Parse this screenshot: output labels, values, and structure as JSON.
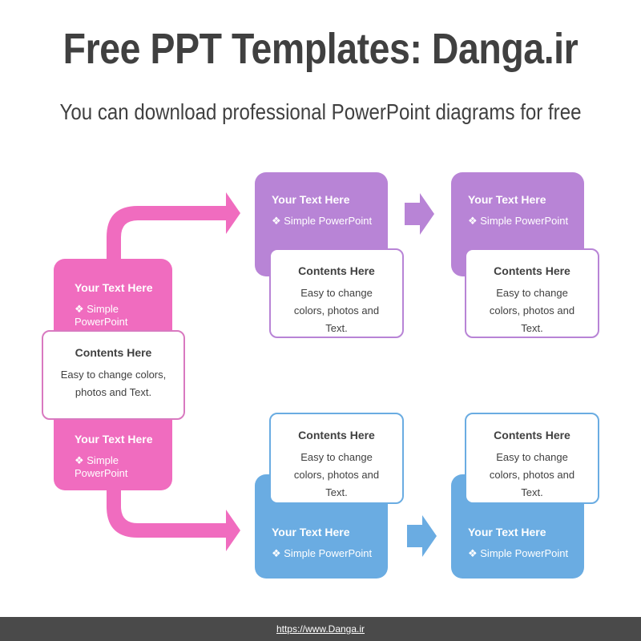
{
  "header": {
    "title": "Free PPT Templates: Danga.ir",
    "subtitle": "You can download professional PowerPoint diagrams for free"
  },
  "colors": {
    "pink": "#f06cbf",
    "purple": "#b884d6",
    "blue": "#6aace2",
    "text": "#404040",
    "footer": "#4a4a4a"
  },
  "left": {
    "top_block": {
      "title": "Your Text Here",
      "sub": "❖ Simple PowerPoint"
    },
    "card": {
      "title": "Contents Here",
      "desc": "Easy to change colors, photos and Text."
    },
    "bottom_block": {
      "title": "Your Text Here",
      "sub": "❖ Simple PowerPoint"
    }
  },
  "top_row": [
    {
      "block": {
        "title": "Your Text Here",
        "sub": "❖ Simple PowerPoint"
      },
      "card": {
        "title": "Contents Here",
        "desc": "Easy to change colors, photos and Text."
      }
    },
    {
      "block": {
        "title": "Your Text Here",
        "sub": "❖ Simple PowerPoint"
      },
      "card": {
        "title": "Contents Here",
        "desc": "Easy to change colors, photos and Text."
      }
    }
  ],
  "bottom_row": [
    {
      "card": {
        "title": "Contents Here",
        "desc": "Easy to change colors, photos and Text."
      },
      "block": {
        "title": "Your Text Here",
        "sub": "❖ Simple PowerPoint"
      }
    },
    {
      "card": {
        "title": "Contents Here",
        "desc": "Easy to change colors, photos and Text."
      },
      "block": {
        "title": "Your Text Here",
        "sub": "❖ Simple PowerPoint"
      }
    }
  ],
  "footer": {
    "link": "https://www.Danga.ir"
  }
}
